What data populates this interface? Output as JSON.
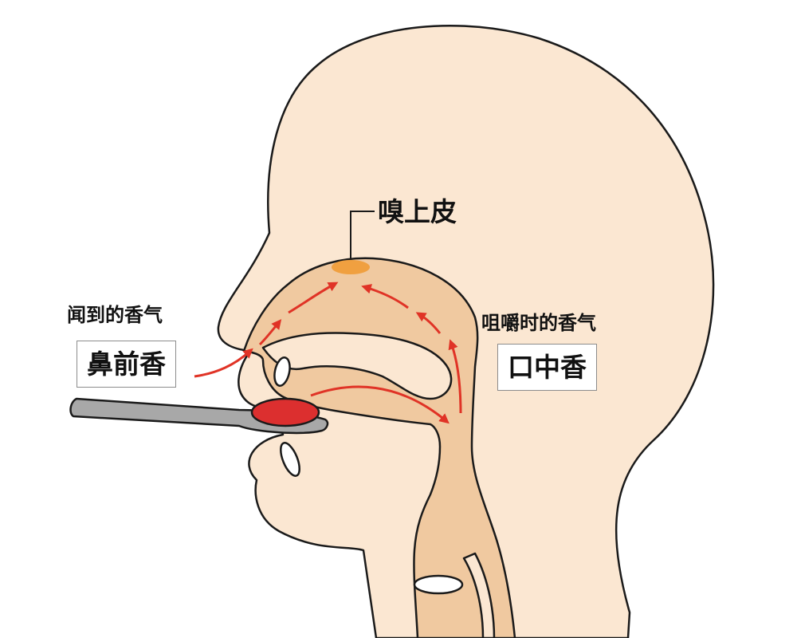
{
  "labels": {
    "olfactory_epithelium": "嗅上皮",
    "smelled_aroma": "闻到的香气",
    "orthonasal_aroma": "鼻前香",
    "chewing_aroma": "咀嚼时的香气",
    "retronasal_aroma": "口中香"
  },
  "colors": {
    "skin": "#fbe7d2",
    "cavity": "#f0c9a0",
    "outline": "#1a1a1a",
    "arrow": "#e03326",
    "epithelium": "#f0a040",
    "food": "#dc2f2f",
    "spoon": "#a8a8a8"
  }
}
